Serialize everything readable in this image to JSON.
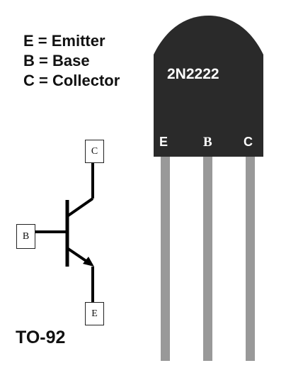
{
  "legend": {
    "items": [
      {
        "label": "E = Emitter"
      },
      {
        "label": "B = Base"
      },
      {
        "label": "C = Collector"
      }
    ]
  },
  "package": {
    "type_label": "TO-92",
    "part_number": "2N2222",
    "pins": [
      "E",
      "B",
      "C"
    ]
  },
  "symbol": {
    "terminals": {
      "collector": "C",
      "base": "B",
      "emitter": "E"
    }
  },
  "colors": {
    "package_body": "#2a2a2a",
    "leads": "#999999",
    "lines": "#000000"
  }
}
